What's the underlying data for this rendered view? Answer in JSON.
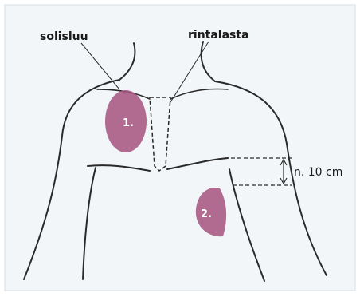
{
  "labels": {
    "clavicle": "solisluu",
    "sternum": "rintalasta",
    "measurement": "n. 10 cm"
  },
  "regions": [
    {
      "label": "1."
    },
    {
      "label": "2."
    }
  ],
  "colors": {
    "background": "#ffffff",
    "paper": "#f3f6f8",
    "outline": "#2a2a2a",
    "pad_fill": "#a4527f"
  }
}
